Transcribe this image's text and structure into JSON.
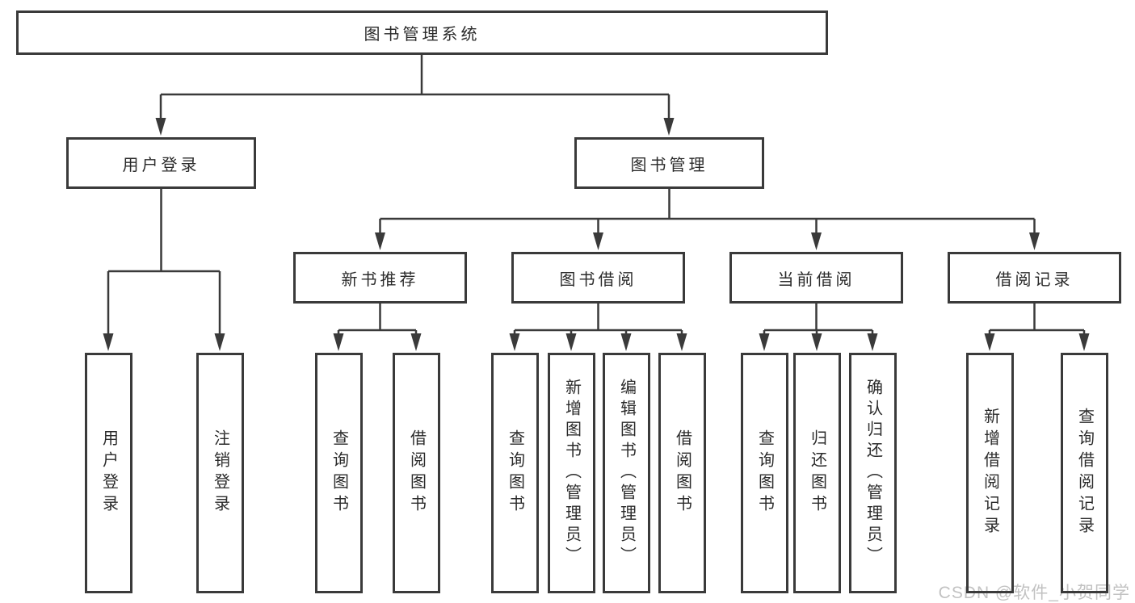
{
  "diagram": {
    "root": {
      "label": "图书管理系统"
    },
    "branches": [
      {
        "label": "用户登录",
        "leaves": [
          {
            "label": "用户登录"
          },
          {
            "label": "注销登录"
          }
        ]
      },
      {
        "label": "图书管理",
        "groups": [
          {
            "label": "新书推荐",
            "leaves": [
              {
                "label": "查询图书"
              },
              {
                "label": "借阅图书"
              }
            ]
          },
          {
            "label": "图书借阅",
            "leaves": [
              {
                "label": "查询图书"
              },
              {
                "label": "新增图书（管理员）"
              },
              {
                "label": "编辑图书（管理员）"
              },
              {
                "label": "借阅图书"
              }
            ]
          },
          {
            "label": "当前借阅",
            "leaves": [
              {
                "label": "查询图书"
              },
              {
                "label": "归还图书"
              },
              {
                "label": "确认归还（管理员）"
              }
            ]
          },
          {
            "label": "借阅记录",
            "leaves": [
              {
                "label": "新增借阅记录"
              },
              {
                "label": "查询借阅记录"
              }
            ]
          }
        ]
      }
    ],
    "watermark": "CSDN @软件_小贺同学",
    "colors": {
      "line": "#3a3a3a",
      "text": "#2b2b2b",
      "watermark": "#c2c2c2",
      "background": "#ffffff"
    }
  }
}
